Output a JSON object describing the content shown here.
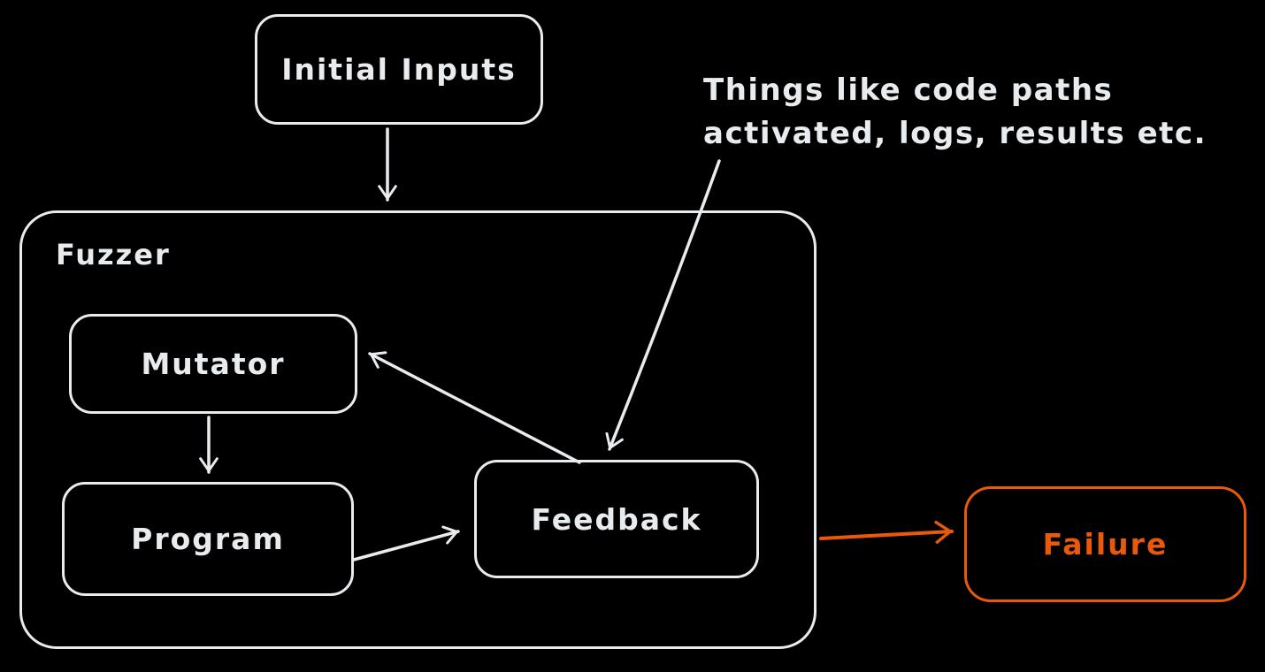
{
  "diagram": {
    "title": "Fuzzing workflow diagram",
    "colors": {
      "stroke": "#e9ecef",
      "accent": "#e8590c",
      "background": "#000000"
    },
    "nodes": {
      "initial_inputs": {
        "label": "Initial Inputs"
      },
      "fuzzer": {
        "label": "Fuzzer"
      },
      "mutator": {
        "label": "Mutator"
      },
      "program": {
        "label": "Program"
      },
      "feedback": {
        "label": "Feedback"
      },
      "failure": {
        "label": "Failure"
      }
    },
    "annotation": {
      "lines": [
        "Things like code paths",
        "activated, logs, results etc."
      ]
    },
    "edges": [
      {
        "from": "initial_inputs",
        "to": "fuzzer"
      },
      {
        "from": "mutator",
        "to": "program"
      },
      {
        "from": "program",
        "to": "feedback"
      },
      {
        "from": "feedback",
        "to": "mutator"
      },
      {
        "from": "annotation",
        "to": "feedback"
      },
      {
        "from": "fuzzer",
        "to": "failure"
      }
    ]
  }
}
